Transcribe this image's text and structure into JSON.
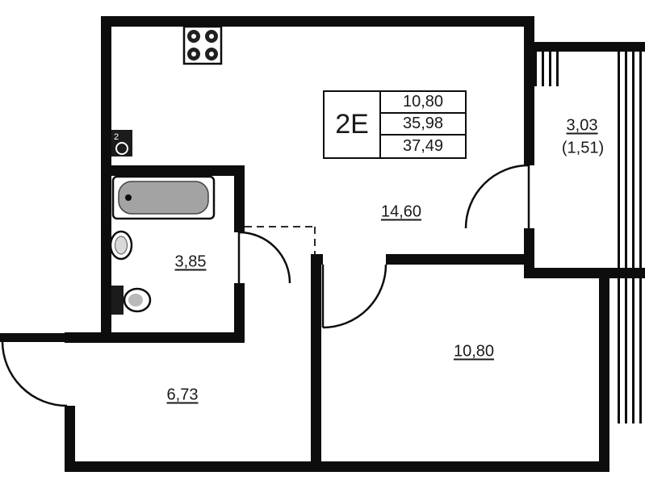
{
  "unit_badge": {
    "type": "2E",
    "areas": [
      "10,80",
      "35,98",
      "37,49"
    ]
  },
  "rooms": {
    "kitchen_living": {
      "area": "14,60"
    },
    "bathroom": {
      "area": "3,85"
    },
    "hallway": {
      "area": "6,73"
    },
    "bedroom": {
      "area": "10,80"
    },
    "balcony": {
      "area": "3,03",
      "area_with_coefficient": "(1,51)"
    }
  },
  "fixtures": {
    "washer_badge": "2"
  },
  "colors": {
    "wall": "#0d0d0d",
    "tub_basin": "#a3a3a3",
    "glazing_stripe": "#0d0d0d"
  }
}
